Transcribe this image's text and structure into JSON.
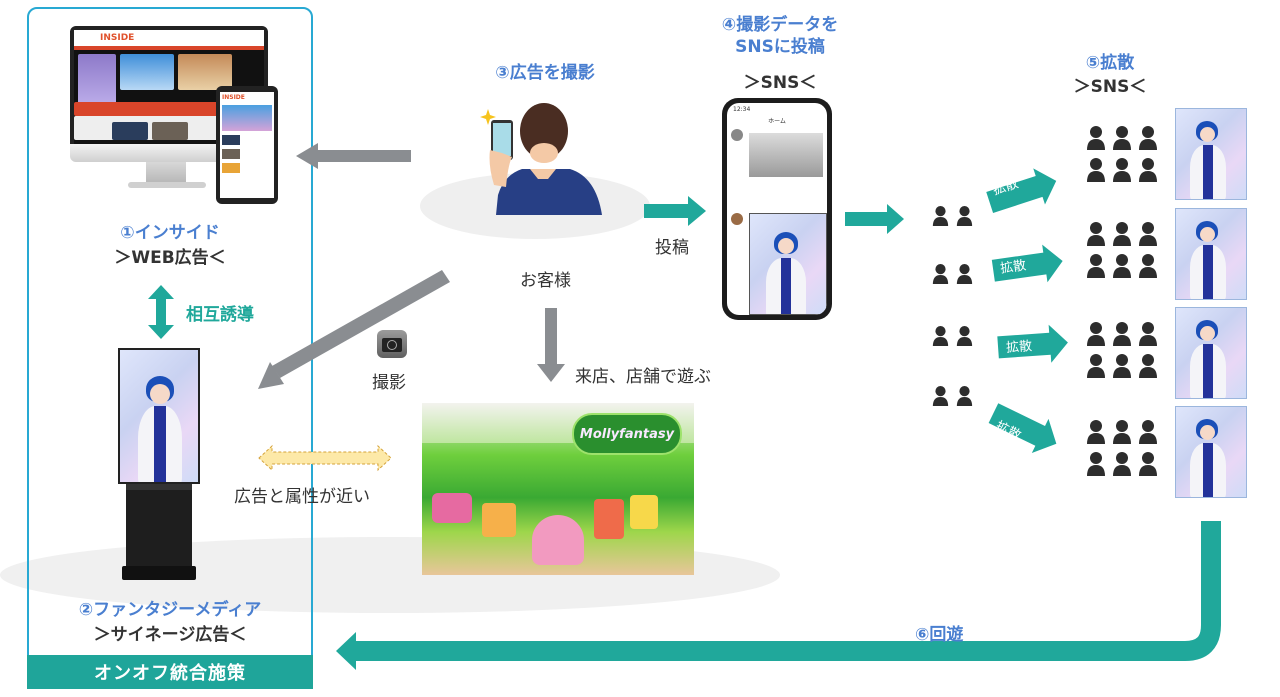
{
  "panel": {
    "footer_label": "オンオフ統合施策",
    "web": {
      "title": "①インサイド",
      "subtitle": "＞WEB広告＜",
      "site_logo": "INSIDE"
    },
    "mutual": {
      "label": "相互誘導"
    },
    "signage": {
      "title": "②ファンタジーメディア",
      "subtitle": "＞サイネージ広告＜"
    }
  },
  "customer": {
    "title": "③広告を撮影",
    "label": "お客様",
    "photo_label": "撮影",
    "visit_label": "来店、店舗で遊ぶ",
    "post_label": "投稿"
  },
  "similar_attr_label": "広告と属性が近い",
  "store": {
    "sign_text": "Mollyfantasy"
  },
  "sns_post": {
    "title_line1": "④撮影データを",
    "title_line2": "SNSに投稿",
    "subtitle": "＞SNS＜",
    "phone_time": "12:34",
    "phone_header": "ホーム"
  },
  "spread": {
    "title": "⑤拡散",
    "subtitle": "＞SNS＜",
    "arrow_labels": [
      "拡散",
      "拡散",
      "拡散",
      "拡散"
    ]
  },
  "return": {
    "label": "⑥回遊"
  },
  "icons": [
    "camera-icon",
    "double-arrow-icon",
    "person-group-icon",
    "sparkle-icon",
    "smartphone-icon"
  ],
  "colors": {
    "teal": "#20a89b",
    "blue_title": "#4a7fd0",
    "panel_border": "#28a9d3",
    "arrow_gray": "#8a8d91",
    "attr_arrow": "#fde9a8"
  }
}
